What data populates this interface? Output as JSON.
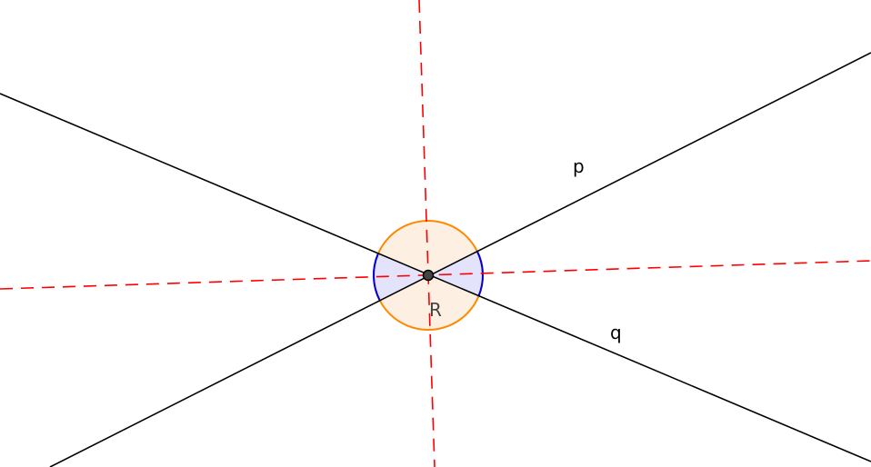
{
  "labels": {
    "line_p": "p",
    "line_q": "q",
    "point_r": "R"
  },
  "colors": {
    "line": "#000000",
    "bisector": "#ff0000",
    "circle": "#ff8800",
    "circle_fill": "#fdf0e2",
    "angle": "#0000dd",
    "angle_fill": "#e3e3fb",
    "label_r": "#444444"
  }
}
